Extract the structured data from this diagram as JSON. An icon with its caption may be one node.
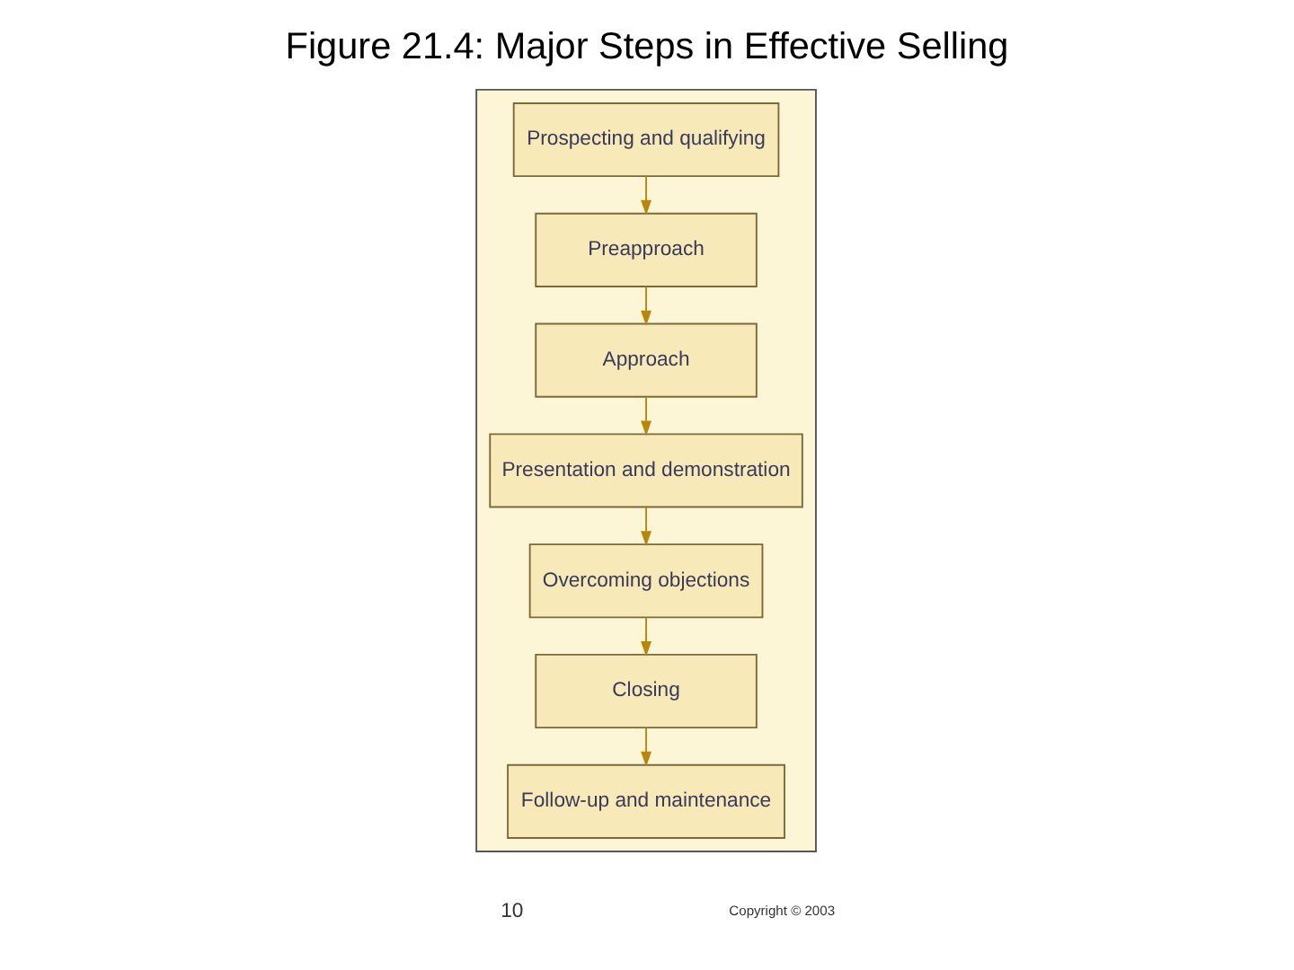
{
  "diagram": {
    "title": "Figure 21.4: Major Steps in Effective Selling",
    "nodes": [
      {
        "text": [],
        "shape": "box"
      },
      {
        "text": [
          "Prospecting and qualifying"
        ],
        "in": 0
      },
      {
        "text": [
          "Preapproach"
        ],
        "in": 0
      },
      {
        "text": [
          "Approach"
        ],
        "in": 0
      },
      {
        "text": [
          "Presentation and demonstration"
        ],
        "in": 0
      },
      {
        "text": [
          "Overcoming objections"
        ],
        "in": 0
      },
      {
        "text": [
          "Closing"
        ],
        "in": 0
      },
      {
        "text": [
          "Follow-up and maintenance"
        ],
        "in": 0
      }
    ],
    "edges": [
      {
        "from": 1,
        "to": 2,
        "arrow": "to"
      },
      {
        "from": 2,
        "to": 3,
        "arrow": "to"
      },
      {
        "from": 3,
        "to": 4,
        "arrow": "to"
      },
      {
        "from": 4,
        "to": 5,
        "arrow": "to"
      },
      {
        "from": 5,
        "to": 6,
        "arrow": "to"
      },
      {
        "from": 6,
        "to": 7,
        "arrow": "to"
      }
    ],
    "labels": [
      "10",
      "Copyright © 2003"
    ]
  }
}
